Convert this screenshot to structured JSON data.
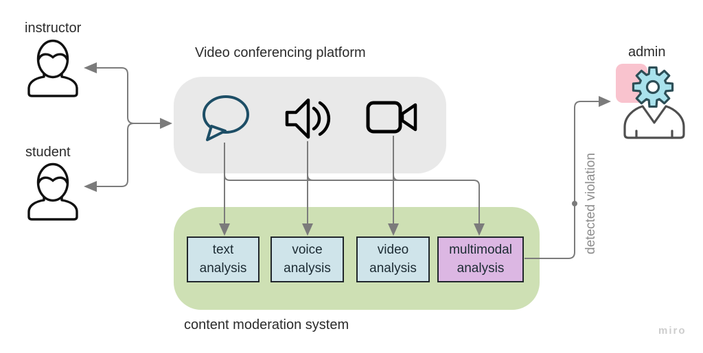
{
  "diagram": {
    "actors": {
      "instructor": "instructor",
      "student": "student",
      "admin": "admin"
    },
    "platform": {
      "title": "Video conferencing platform",
      "icons": [
        "chat-bubble",
        "speaker",
        "video-camera"
      ]
    },
    "moderation": {
      "title": "content moderation system",
      "modules": [
        {
          "label": "text analysis"
        },
        {
          "label": "voice analysis"
        },
        {
          "label": "video analysis"
        },
        {
          "label": "multimodal analysis"
        }
      ]
    },
    "flow": {
      "violation_label": "detected violation"
    },
    "watermark": "miro",
    "colors": {
      "platform_panel": "#e9e9e9",
      "moderation_panel": "#cee0b4",
      "module_fill": "#cfe4ea",
      "multimodal_fill": "#dcb7e3",
      "admin_highlight": "#f9c3ce",
      "gear_fill": "#a9e2ec",
      "gear_stroke": "#2d4e56",
      "connector": "#7b7b7b",
      "chat_bubble_stroke": "#1d4e66",
      "person_stroke": "#111111",
      "admin_person_stroke": "#4f4f4f"
    }
  }
}
